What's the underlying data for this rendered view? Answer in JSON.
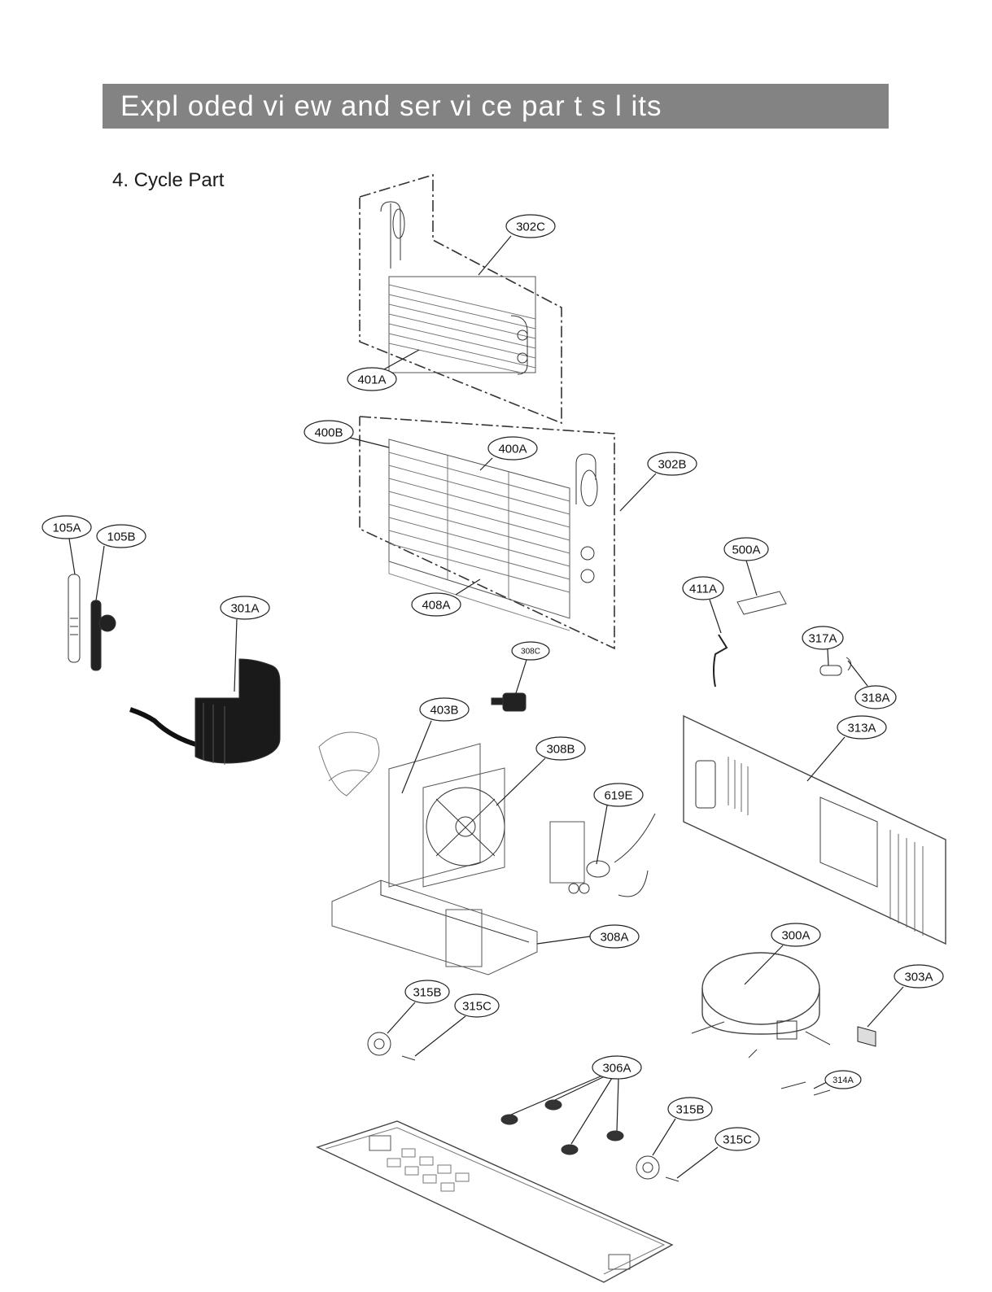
{
  "header": {
    "title": "Expl oded  vi ew and  ser vi ce  par t s  l its"
  },
  "section": {
    "title": "4. Cycle Part"
  },
  "callouts": [
    {
      "id": "c-302C",
      "label": "302C"
    },
    {
      "id": "c-401A",
      "label": "401A"
    },
    {
      "id": "c-400B",
      "label": "400B"
    },
    {
      "id": "c-400A",
      "label": "400A"
    },
    {
      "id": "c-302B",
      "label": "302B"
    },
    {
      "id": "c-408A",
      "label": "408A"
    },
    {
      "id": "c-105A",
      "label": "105A"
    },
    {
      "id": "c-105B",
      "label": "105B"
    },
    {
      "id": "c-301A",
      "label": "301A"
    },
    {
      "id": "c-500A",
      "label": "500A"
    },
    {
      "id": "c-411A",
      "label": "411A"
    },
    {
      "id": "c-317A",
      "label": "317A"
    },
    {
      "id": "c-318A",
      "label": "318A"
    },
    {
      "id": "c-308C",
      "label": "308C"
    },
    {
      "id": "c-403B",
      "label": "403B"
    },
    {
      "id": "c-308B",
      "label": "308B"
    },
    {
      "id": "c-313A",
      "label": "313A"
    },
    {
      "id": "c-619E",
      "label": "619E"
    },
    {
      "id": "c-308A",
      "label": "308A"
    },
    {
      "id": "c-300A",
      "label": "300A"
    },
    {
      "id": "c-303A",
      "label": "303A"
    },
    {
      "id": "c-315B-a",
      "label": "315B"
    },
    {
      "id": "c-315C-a",
      "label": "315C"
    },
    {
      "id": "c-306A",
      "label": "306A"
    },
    {
      "id": "c-314A",
      "label": "314A"
    },
    {
      "id": "c-315B-b",
      "label": "315B"
    },
    {
      "id": "c-315C-b",
      "label": "315C"
    }
  ]
}
